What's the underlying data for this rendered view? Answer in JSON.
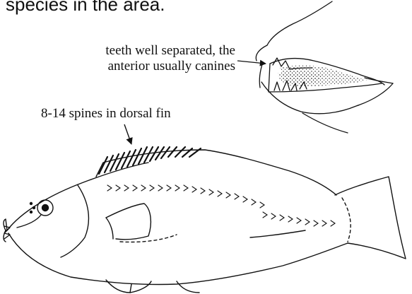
{
  "header": {
    "text": "species in the area."
  },
  "annotations": {
    "teeth_line1": "teeth well separated, the",
    "teeth_line2": "anterior usually canines",
    "spines": "8-14 spines in dorsal fin"
  },
  "colors": {
    "ink": "#111111",
    "background": "#ffffff"
  }
}
